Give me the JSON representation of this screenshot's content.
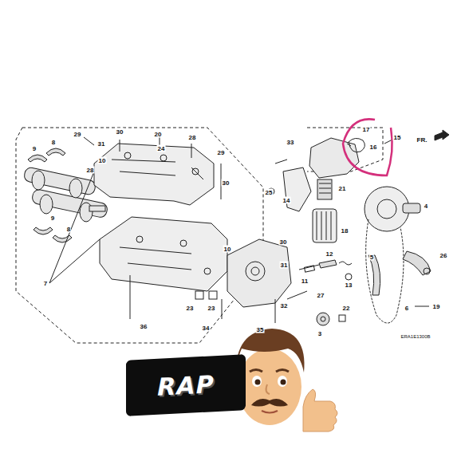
{
  "diagram": {
    "nodes": [
      {
        "text": [
          "RAP"
        ]
      }
    ],
    "labels": [
      "29",
      "31",
      "30",
      "20",
      "24",
      "28",
      "29",
      "10",
      "28",
      "9",
      "8",
      "30",
      "9",
      "8",
      "7",
      "10",
      "30",
      "31",
      "11",
      "12",
      "13",
      "22",
      "27",
      "3",
      "23",
      "23",
      "32",
      "36",
      "34",
      "35",
      "33",
      "17",
      "15",
      "16",
      "25",
      "14",
      "21",
      "18",
      "4",
      "5",
      "26",
      "6",
      "19",
      "FR.",
      "ERA1E1300B"
    ]
  }
}
